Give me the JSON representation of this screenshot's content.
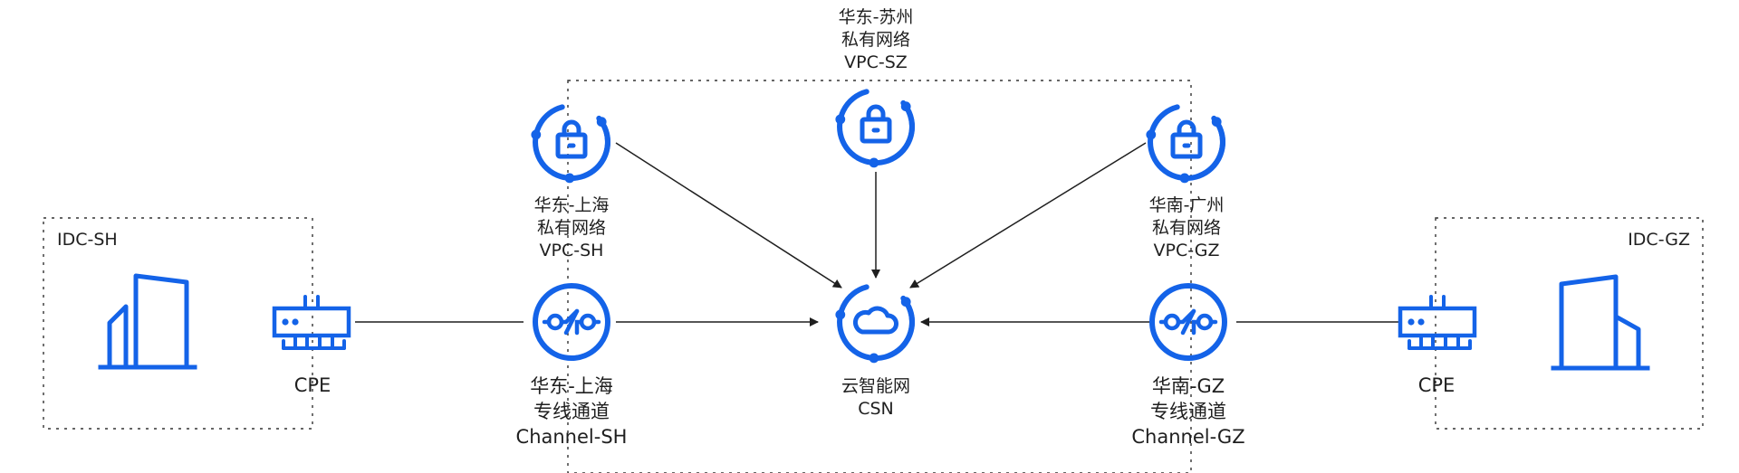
{
  "colors": {
    "accent": "#1463e8",
    "line": "#1f1f1f",
    "frame": "#333333"
  },
  "nodes": {
    "vpc_sz": {
      "icon": "lock-vpc-icon",
      "lines": [
        "华东-苏州",
        "私有网络",
        "VPC-SZ"
      ]
    },
    "vpc_sh": {
      "icon": "lock-vpc-icon",
      "lines": [
        "华东-上海",
        "私有网络",
        "VPC-SH"
      ]
    },
    "vpc_gz": {
      "icon": "lock-vpc-icon",
      "lines": [
        "华南-广州",
        "私有网络",
        "VPC-GZ"
      ]
    },
    "csn": {
      "icon": "cloud-network-icon",
      "lines": [
        "云智能网",
        "CSN"
      ]
    },
    "channel_sh": {
      "icon": "dedicated-channel-icon",
      "lines": [
        "华东-上海",
        "专线通道",
        "Channel-SH"
      ]
    },
    "channel_gz": {
      "icon": "dedicated-channel-icon",
      "lines": [
        "华南-GZ",
        "专线通道",
        "Channel-GZ"
      ]
    },
    "cpe_left": {
      "icon": "router-icon",
      "lines": [
        "CPE"
      ]
    },
    "cpe_right": {
      "icon": "router-icon",
      "lines": [
        "CPE"
      ]
    },
    "idc_sh": {
      "icon": "building-icon",
      "label": "IDC-SH"
    },
    "idc_gz": {
      "icon": "building-icon",
      "label": "IDC-GZ"
    }
  }
}
